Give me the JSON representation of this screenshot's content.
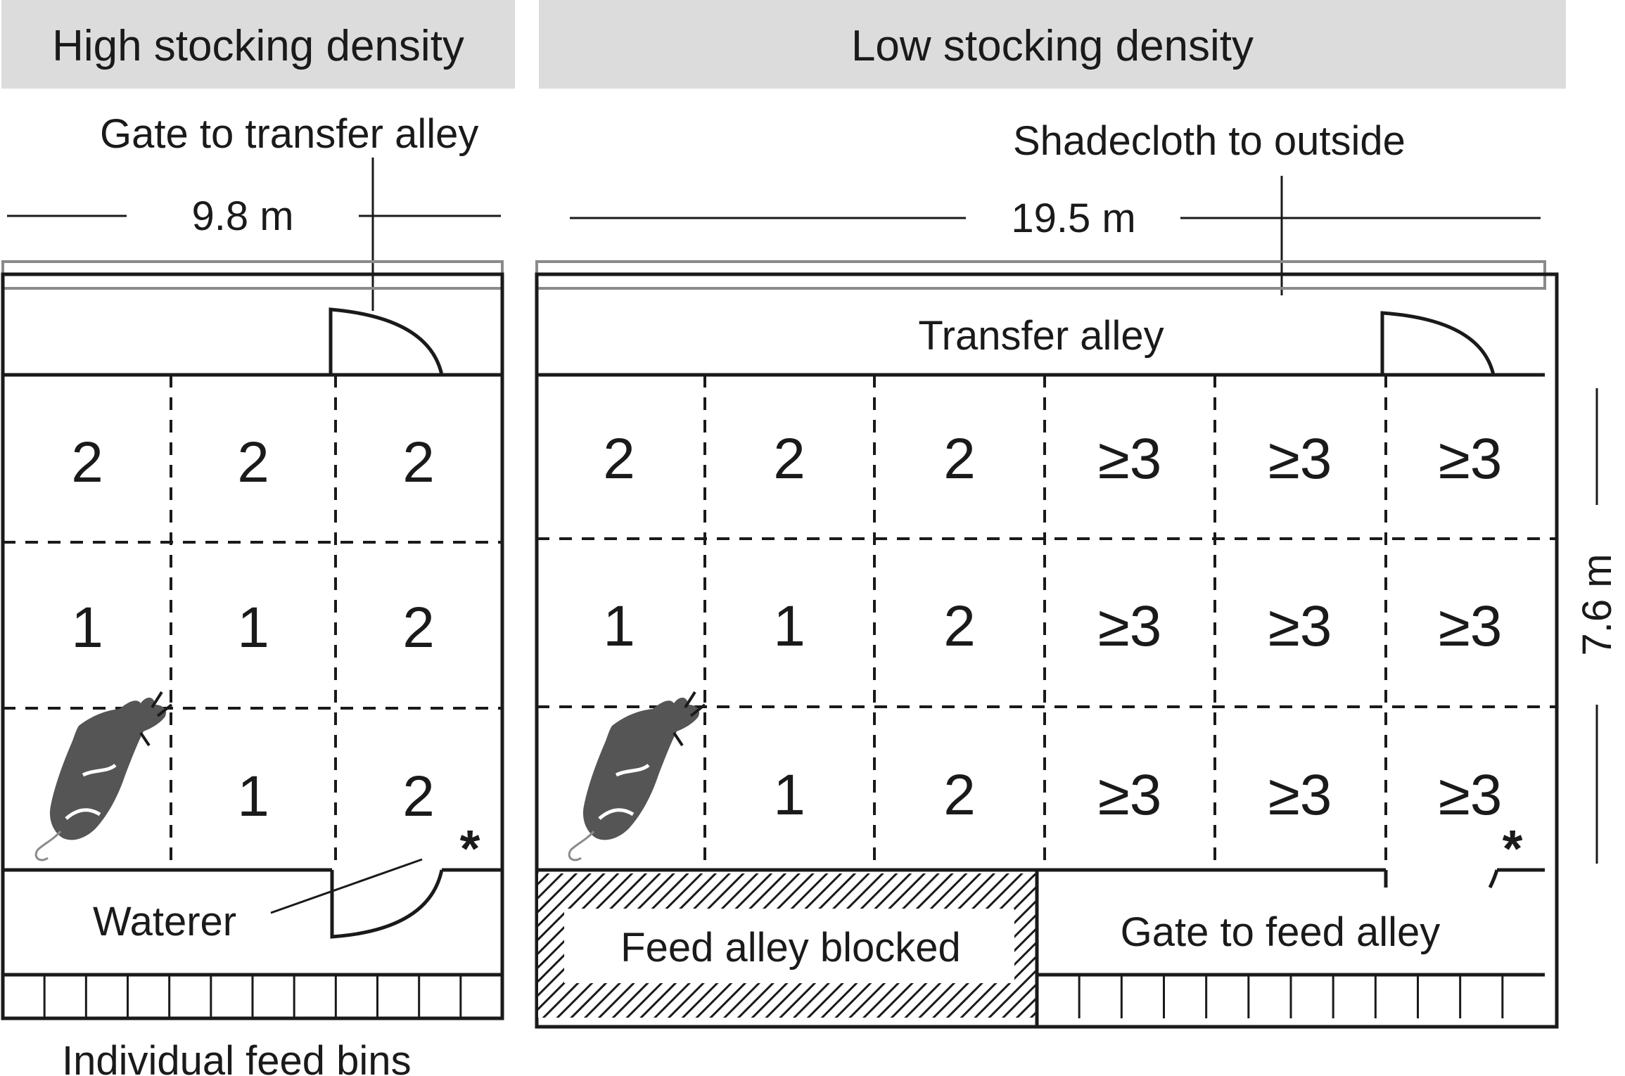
{
  "headers": {
    "high": "High stocking density",
    "low": "Low stocking density"
  },
  "labels": {
    "gate_transfer": "Gate to transfer alley",
    "shadecloth": "Shadecloth to outside",
    "width_high": "9.8 m",
    "width_low": "19.5 m",
    "depth": "7.6 m",
    "transfer_alley": "Transfer alley",
    "waterer": "Waterer",
    "feed_blocked": "Feed alley blocked",
    "gate_feed": "Gate to feed alley",
    "feed_bins": "Individual feed bins",
    "waterer_mark": "*"
  },
  "high_grid": [
    [
      "2",
      "2",
      "2"
    ],
    [
      "1",
      "1",
      "2"
    ],
    [
      "",
      "1",
      "2"
    ]
  ],
  "low_grid": [
    [
      "2",
      "2",
      "2",
      "≥3",
      "≥3",
      "≥3"
    ],
    [
      "1",
      "1",
      "2",
      "≥3",
      "≥3",
      "≥3"
    ],
    [
      "",
      "1",
      "2",
      "≥3",
      "≥3",
      "≥3"
    ]
  ],
  "colors": {
    "header_bg": "#dcdcdc",
    "ink": "#1a1a1a",
    "cow": "#555555"
  },
  "icons": {
    "cow": "cow-icon"
  }
}
